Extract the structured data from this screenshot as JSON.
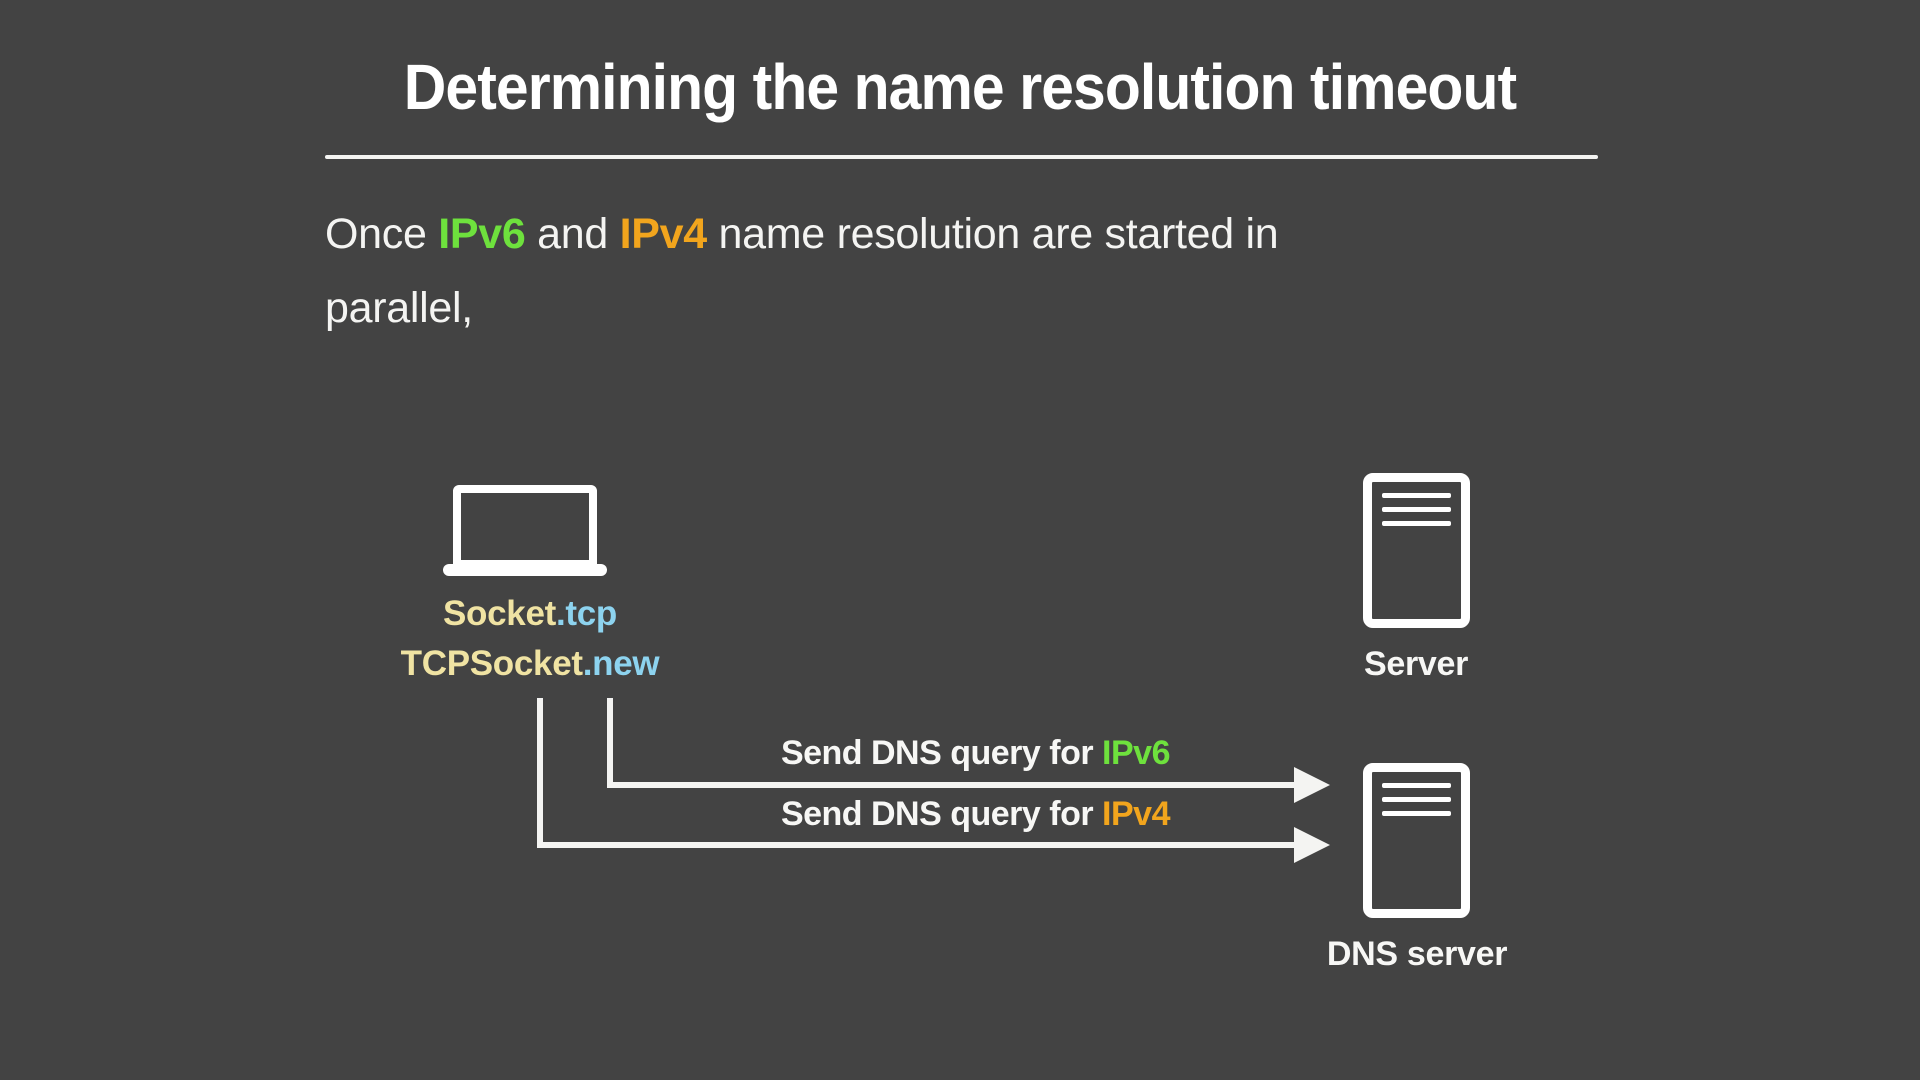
{
  "colors": {
    "background": "#434343",
    "text": "#f4f4f2",
    "line": "#f4f4f2",
    "green": "#6ee13d",
    "orange": "#f2a51d",
    "yellow": "#f0e3a3",
    "blue": "#8dd3ef"
  },
  "title": "Determining the name resolution timeout",
  "intro": {
    "part1": "Once ",
    "ipv6": "IPv6",
    "part2": " and ",
    "ipv4": "IPv4",
    "part3": " name resolution are started in",
    "line2": "parallel,"
  },
  "client": {
    "socket_name": "Socket",
    "socket_method": ".tcp",
    "tcpsocket_name": "TCPSocket",
    "tcpsocket_method": ".new"
  },
  "arrows": {
    "ipv6_prefix": "Send DNS query for ",
    "ipv6_highlight": "IPv6",
    "ipv4_prefix": "Send DNS query for ",
    "ipv4_highlight": "IPv4"
  },
  "nodes": {
    "server": "Server",
    "dns_server": "DNS server"
  }
}
